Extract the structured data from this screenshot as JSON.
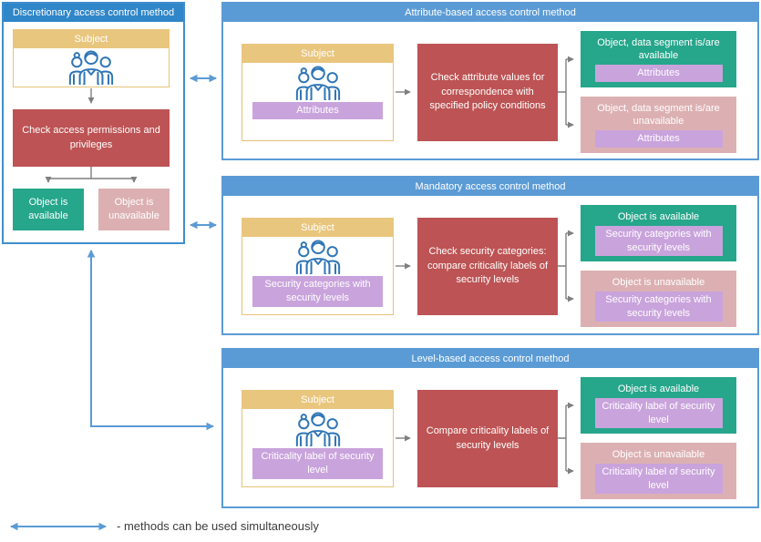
{
  "colors": {
    "panel_header_blue": "#5b9bd5",
    "left_header_blue": "#2f86c8",
    "subject_tan": "#e9c67e",
    "process_red": "#bd5354",
    "available_green": "#26a68b",
    "unavailable_pink": "#dcb0b2",
    "tag_purple": "#c9a3dc",
    "connector_blue": "#5b9bd5",
    "connector_gray": "#7f7f7f",
    "icon_blue": "#2e75b6"
  },
  "left_panel": {
    "title": "Discretionary access control method",
    "subject_label": "Subject",
    "process_label": "Check access permissions and privileges",
    "available_label": "Object is available",
    "unavailable_label": "Object is unavailable"
  },
  "panels": [
    {
      "title": "Attribute-based access control method",
      "subject_label": "Subject",
      "subject_tag": "Attributes",
      "process_label": "Check attribute values for correspondence with specified policy conditions",
      "available_title": "Object, data segment is/are available",
      "available_tag": "Attributes",
      "unavailable_title": "Object, data segment is/are unavailable",
      "unavailable_tag": "Attributes"
    },
    {
      "title": "Mandatory access control method",
      "subject_label": "Subject",
      "subject_tag": "Security categories with security levels",
      "process_label": "Check security categories: compare criticality labels of security levels",
      "available_title": "Object is available",
      "available_tag": "Security categories with security levels",
      "unavailable_title": "Object is unavailable",
      "unavailable_tag": "Security categories with security levels"
    },
    {
      "title": "Level-based access control method",
      "subject_label": "Subject",
      "subject_tag": "Criticality label of security level",
      "process_label": "Compare criticality labels of security levels",
      "available_title": "Object is available",
      "available_tag": "Criticality label of security level",
      "unavailable_title": "Object is unavailable",
      "unavailable_tag": "Criticality label of security level"
    }
  ],
  "legend": {
    "label": "- methods can be used simultaneously"
  }
}
